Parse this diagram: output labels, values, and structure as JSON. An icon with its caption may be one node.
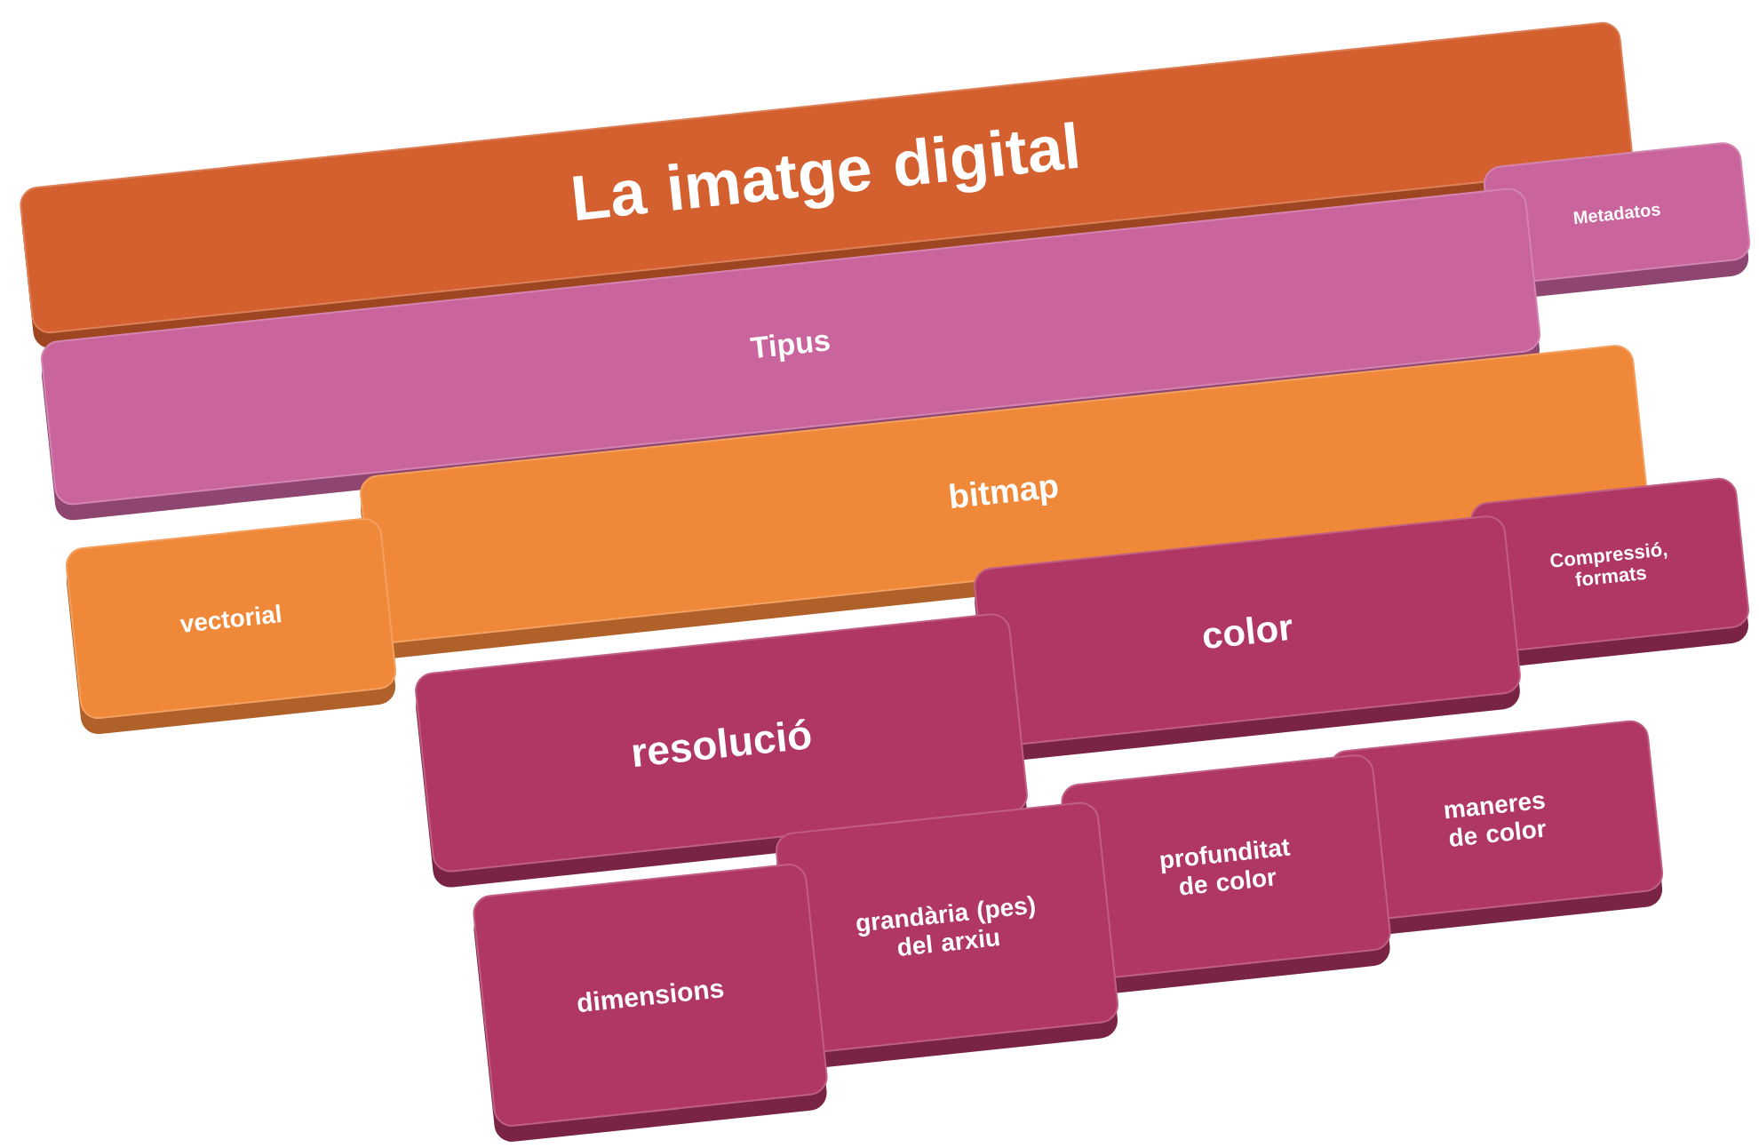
{
  "diagram": {
    "nodes": [
      {
        "text": [
          "La imatge digital"
        ]
      },
      {
        "text": [
          "Metadatos"
        ]
      },
      {
        "text": [
          "Tipus"
        ]
      },
      {
        "text": [
          "bitmap"
        ]
      },
      {
        "text": [
          "vectorial"
        ]
      },
      {
        "text": [
          "Compressió, formats"
        ]
      },
      {
        "text": [
          "color"
        ]
      },
      {
        "text": [
          "resolució"
        ]
      },
      {
        "text": [
          "maneres de color"
        ]
      },
      {
        "text": [
          "profunditat de color"
        ]
      },
      {
        "text": [
          "grandària (pes) del arxiu"
        ]
      },
      {
        "text": [
          "dimensions"
        ]
      }
    ]
  }
}
